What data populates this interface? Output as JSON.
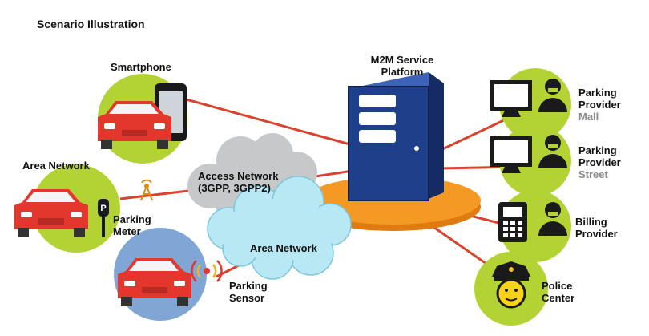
{
  "title": "Scenario Illustration",
  "platform": {
    "line1": "M2M Service",
    "line2": "Platform"
  },
  "left_nodes": {
    "smartphone": "Smartphone",
    "area_network": "Area Network",
    "parking_meter": {
      "line1": "Parking",
      "line2": "Meter"
    },
    "parking_sensor": {
      "line1": "Parking",
      "line2": "Sensor"
    }
  },
  "clouds": {
    "access_network": {
      "line1": "Access Network",
      "line2": "(3GPP, 3GPP2)"
    },
    "area_network": "Area Network"
  },
  "right_nodes": {
    "provider_mall": {
      "line1": "Parking",
      "line2": "Provider",
      "sub": "Mall"
    },
    "provider_street": {
      "line1": "Parking",
      "line2": "Provider",
      "sub": "Street"
    },
    "billing": {
      "line1": "Billing",
      "line2": "Provider"
    },
    "police": {
      "line1": "Police",
      "line2": "Center"
    }
  },
  "colors": {
    "link_line": "#d9432e",
    "node_circle": "#b3d334",
    "node_circle_blue": "#7fa6d4",
    "car": "#e3362d",
    "server": "#1e3f8a",
    "platform_disc": "#f49a24",
    "cloud_grey": "#c6c8c9",
    "cloud_blue": "#b8e8f4"
  },
  "icons": [
    "smartphone-icon",
    "car-icon",
    "parking-meter-icon",
    "antenna-icon",
    "signal-waves-icon",
    "server-icon",
    "monitor-icon",
    "person-icon",
    "pos-terminal-icon",
    "police-officer-icon"
  ]
}
